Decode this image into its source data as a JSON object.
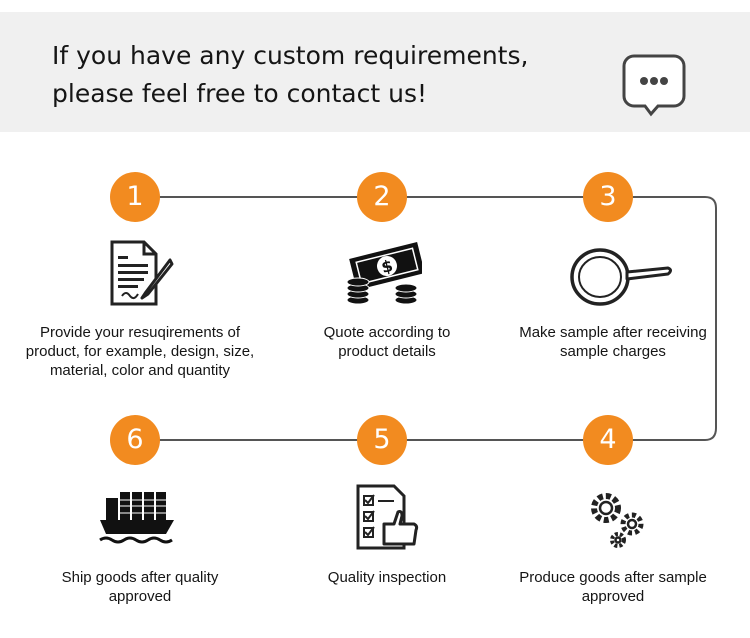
{
  "header": {
    "title_line1": "If you have any custom requirements,",
    "title_line2": "please feel free to contact us!",
    "icon": "chat-bubble-icon"
  },
  "steps": [
    {
      "number": "1",
      "icon": "contract-document-icon",
      "label": "Provide your resuqirements of\nproduct, for example, design, size,\nmaterial, color and quantity"
    },
    {
      "number": "2",
      "icon": "money-coins-icon",
      "label": "Quote according to\nproduct details"
    },
    {
      "number": "3",
      "icon": "frying-pan-icon",
      "label": "Make sample after  receiving\nsample charges"
    },
    {
      "number": "4",
      "icon": "gears-icon",
      "label": "Produce goods after sample\napproved"
    },
    {
      "number": "5",
      "icon": "quality-checklist-icon",
      "label": "Quality inspection"
    },
    {
      "number": "6",
      "icon": "cargo-ship-icon",
      "label": "Ship goods after quality\napproved"
    }
  ],
  "colors": {
    "accent": "#f28b20",
    "header_bg": "#f0f0f0",
    "line": "#555555"
  }
}
